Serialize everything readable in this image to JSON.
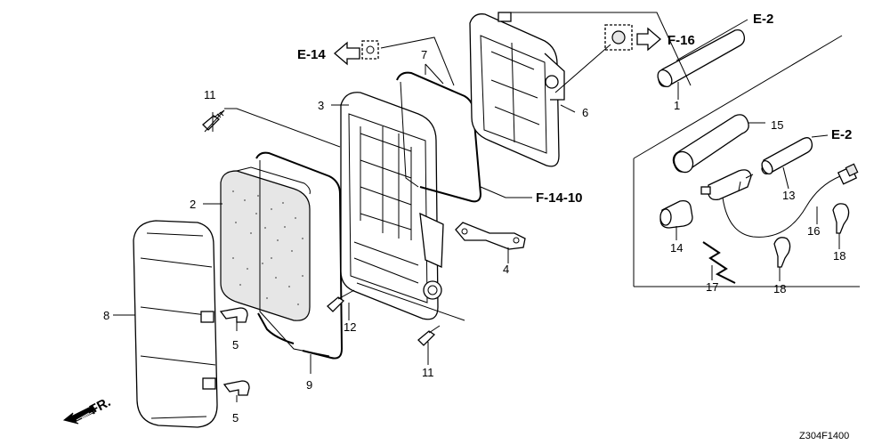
{
  "labels": {
    "p1": "1",
    "p2": "2",
    "p3": "3",
    "p4": "4",
    "p5a": "5",
    "p5b": "5",
    "p6": "6",
    "p7": "7",
    "p8": "8",
    "p9": "9",
    "p11a": "11",
    "p11b": "11",
    "p12": "12",
    "p13": "13",
    "p14": "14",
    "p15": "15",
    "p16": "16",
    "p17": "17",
    "p18a": "18",
    "p18b": "18"
  },
  "refs": {
    "e14": "E-14",
    "f16": "F-16",
    "e2a": "E-2",
    "e2b": "E-2",
    "f1410": "F-14-10",
    "front": "FR."
  },
  "drawing_code": "Z304F1400"
}
